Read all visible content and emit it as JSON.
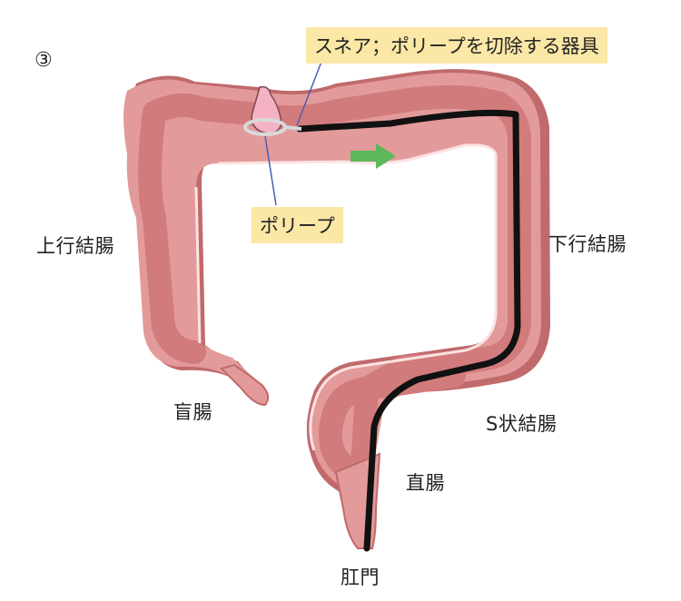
{
  "step_number": "③",
  "callouts": {
    "snare": "スネア；ポリープを切除する器具",
    "polyp": "ポリープ"
  },
  "labels": {
    "ascending_colon": "上行結腸",
    "descending_colon": "下行結腸",
    "cecum": "盲腸",
    "sigmoid_colon": "S状結腸",
    "rectum": "直腸",
    "anus": "肛門"
  },
  "colors": {
    "colon_outer": "#e39a9a",
    "colon_inner": "#d27b7c",
    "colon_highlight": "#fbe3e2",
    "colon_shadow": "#c06a6c",
    "scope": "#111111",
    "arrow": "#5cb85c",
    "callout_bg": "#fbe7a6",
    "leader_line": "#4a5fb3",
    "polyp": "#f5b2c4"
  }
}
